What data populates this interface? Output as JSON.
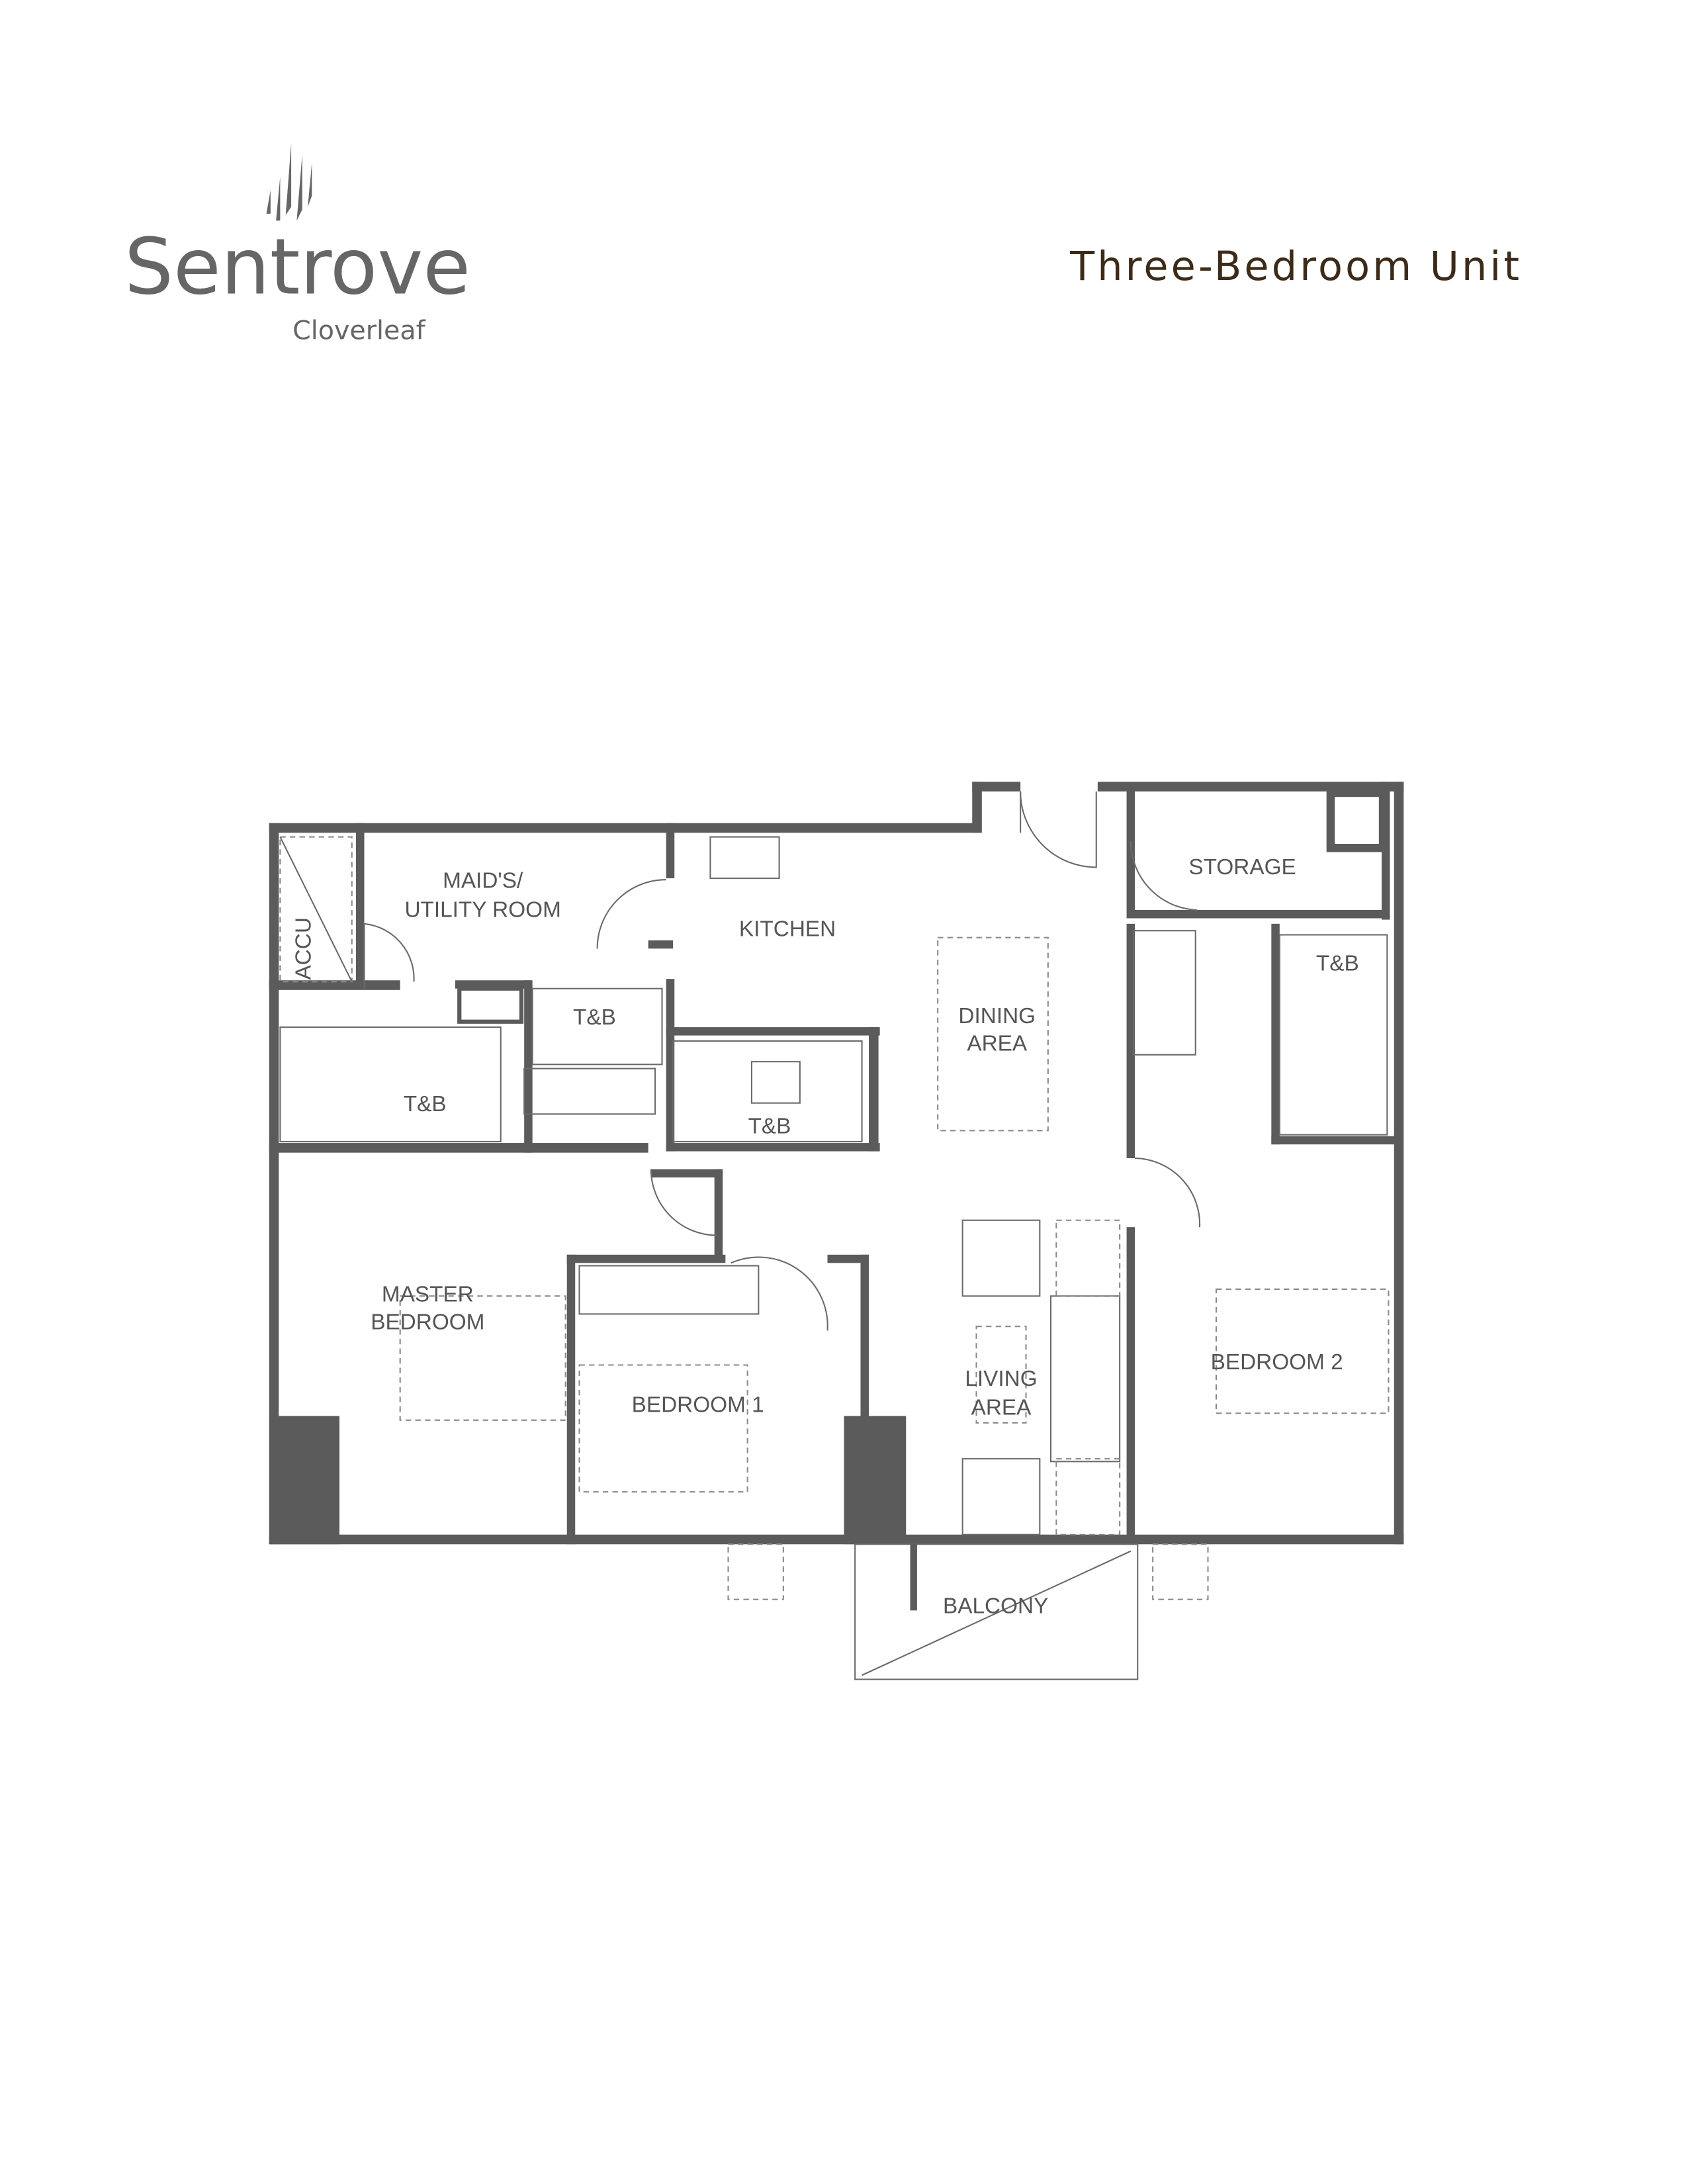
{
  "brand": {
    "name": "Sentrove",
    "sub": "Cloverleaf"
  },
  "title": "Three-Bedroom Unit",
  "colors": {
    "logo": "#666666",
    "title": "#3d2b1a",
    "walls": "#5b5b5b"
  },
  "rooms": {
    "maids_1": "MAID'S/",
    "maids_2": "UTILITY ROOM",
    "kitchen": "KITCHEN",
    "dining_1": "DINING",
    "dining_2": "AREA",
    "storage": "STORAGE",
    "tb_a": "T&B",
    "tb_b": "T&B",
    "tb_c": "T&B",
    "tb_d": "T&B",
    "master_1": "MASTER",
    "master_2": "BEDROOM",
    "bedroom1": "BEDROOM 1",
    "living_1": "LIVING",
    "living_2": "AREA",
    "bedroom2": "BEDROOM 2",
    "balcony": "BALCONY",
    "accu": "ACCU"
  }
}
